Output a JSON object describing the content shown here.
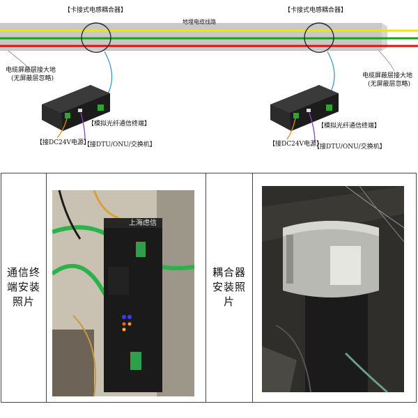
{
  "diagram": {
    "coupler_left": "【卡接式电感耦合器】",
    "coupler_right": "【卡接式电感耦合器】",
    "cable_title": "地埋电缆线路",
    "ground_left_1": "电缆屏蔽层接大地",
    "ground_left_2": "(无屏蔽层忽略)",
    "ground_right_1": "电缆屏蔽层接大地",
    "ground_right_2": "(无屏蔽层忽略)",
    "terminal_left": "【模拟光纤通信终端】",
    "terminal_right": "【模拟光纤通信终端】",
    "power_left": "【接DC24V电源】",
    "power_right": "【接DC24V电源】",
    "network_left": "【接DTU/ONU/交换机】",
    "network_right": "【接DTU/ONU/交换机】",
    "wire_colors": [
      "#f2e600",
      "#1aa01a",
      "#e01010"
    ]
  },
  "table": {
    "terminal_caption": "通信终端安装照片",
    "terminal_caption_lines": [
      "通信终",
      "端安装",
      "照片"
    ],
    "coupler_caption_lines": [
      "耦合器",
      "安装照",
      "片"
    ],
    "device_brand": "上海虑信"
  }
}
